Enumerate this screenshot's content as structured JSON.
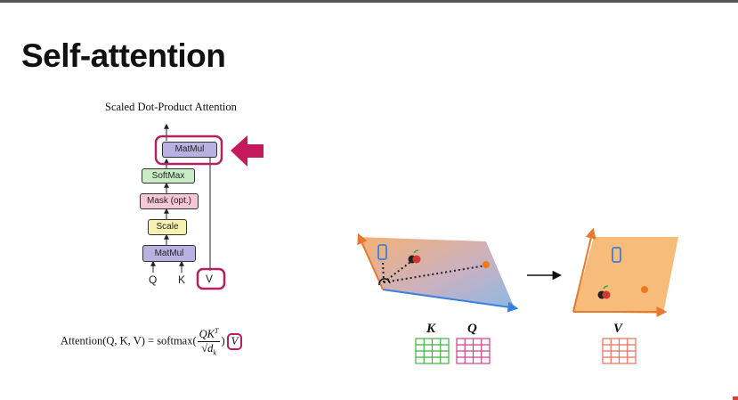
{
  "slide": {
    "title": "Self-attention"
  },
  "diagram": {
    "title": "Scaled Dot-Product Attention",
    "blocks": {
      "matmul_top": "MatMul",
      "softmax": "SoftMax",
      "mask": "Mask (opt.)",
      "scale": "Scale",
      "matmul_bottom": "MatMul"
    },
    "inputs": {
      "q": "Q",
      "k": "K",
      "v": "V"
    }
  },
  "formula": {
    "lhs": "Attention(Q, K, V) = softmax(",
    "numerator": "QK",
    "numerator_sup": "T",
    "denominator": "√d",
    "denominator_sub": "k",
    "close": ")",
    "v": "V"
  },
  "matrices": {
    "k": "K",
    "q": "Q",
    "v": "V"
  },
  "colors": {
    "highlight": "#b5215e",
    "arrow": "#c4195a",
    "matmul": "#b9b2e0",
    "softmax": "#c9ecc6",
    "mask": "#f6c6d9",
    "scale": "#f7f1b0",
    "k_grid": "#3fb23f",
    "q_grid": "#d23d8f",
    "v_grid": "#ef6a5a",
    "plane_orange": "#f3a963",
    "plane_blue": "#7fb0e3",
    "axis_blue": "#3b80d8",
    "axis_orange": "#e8782e"
  }
}
